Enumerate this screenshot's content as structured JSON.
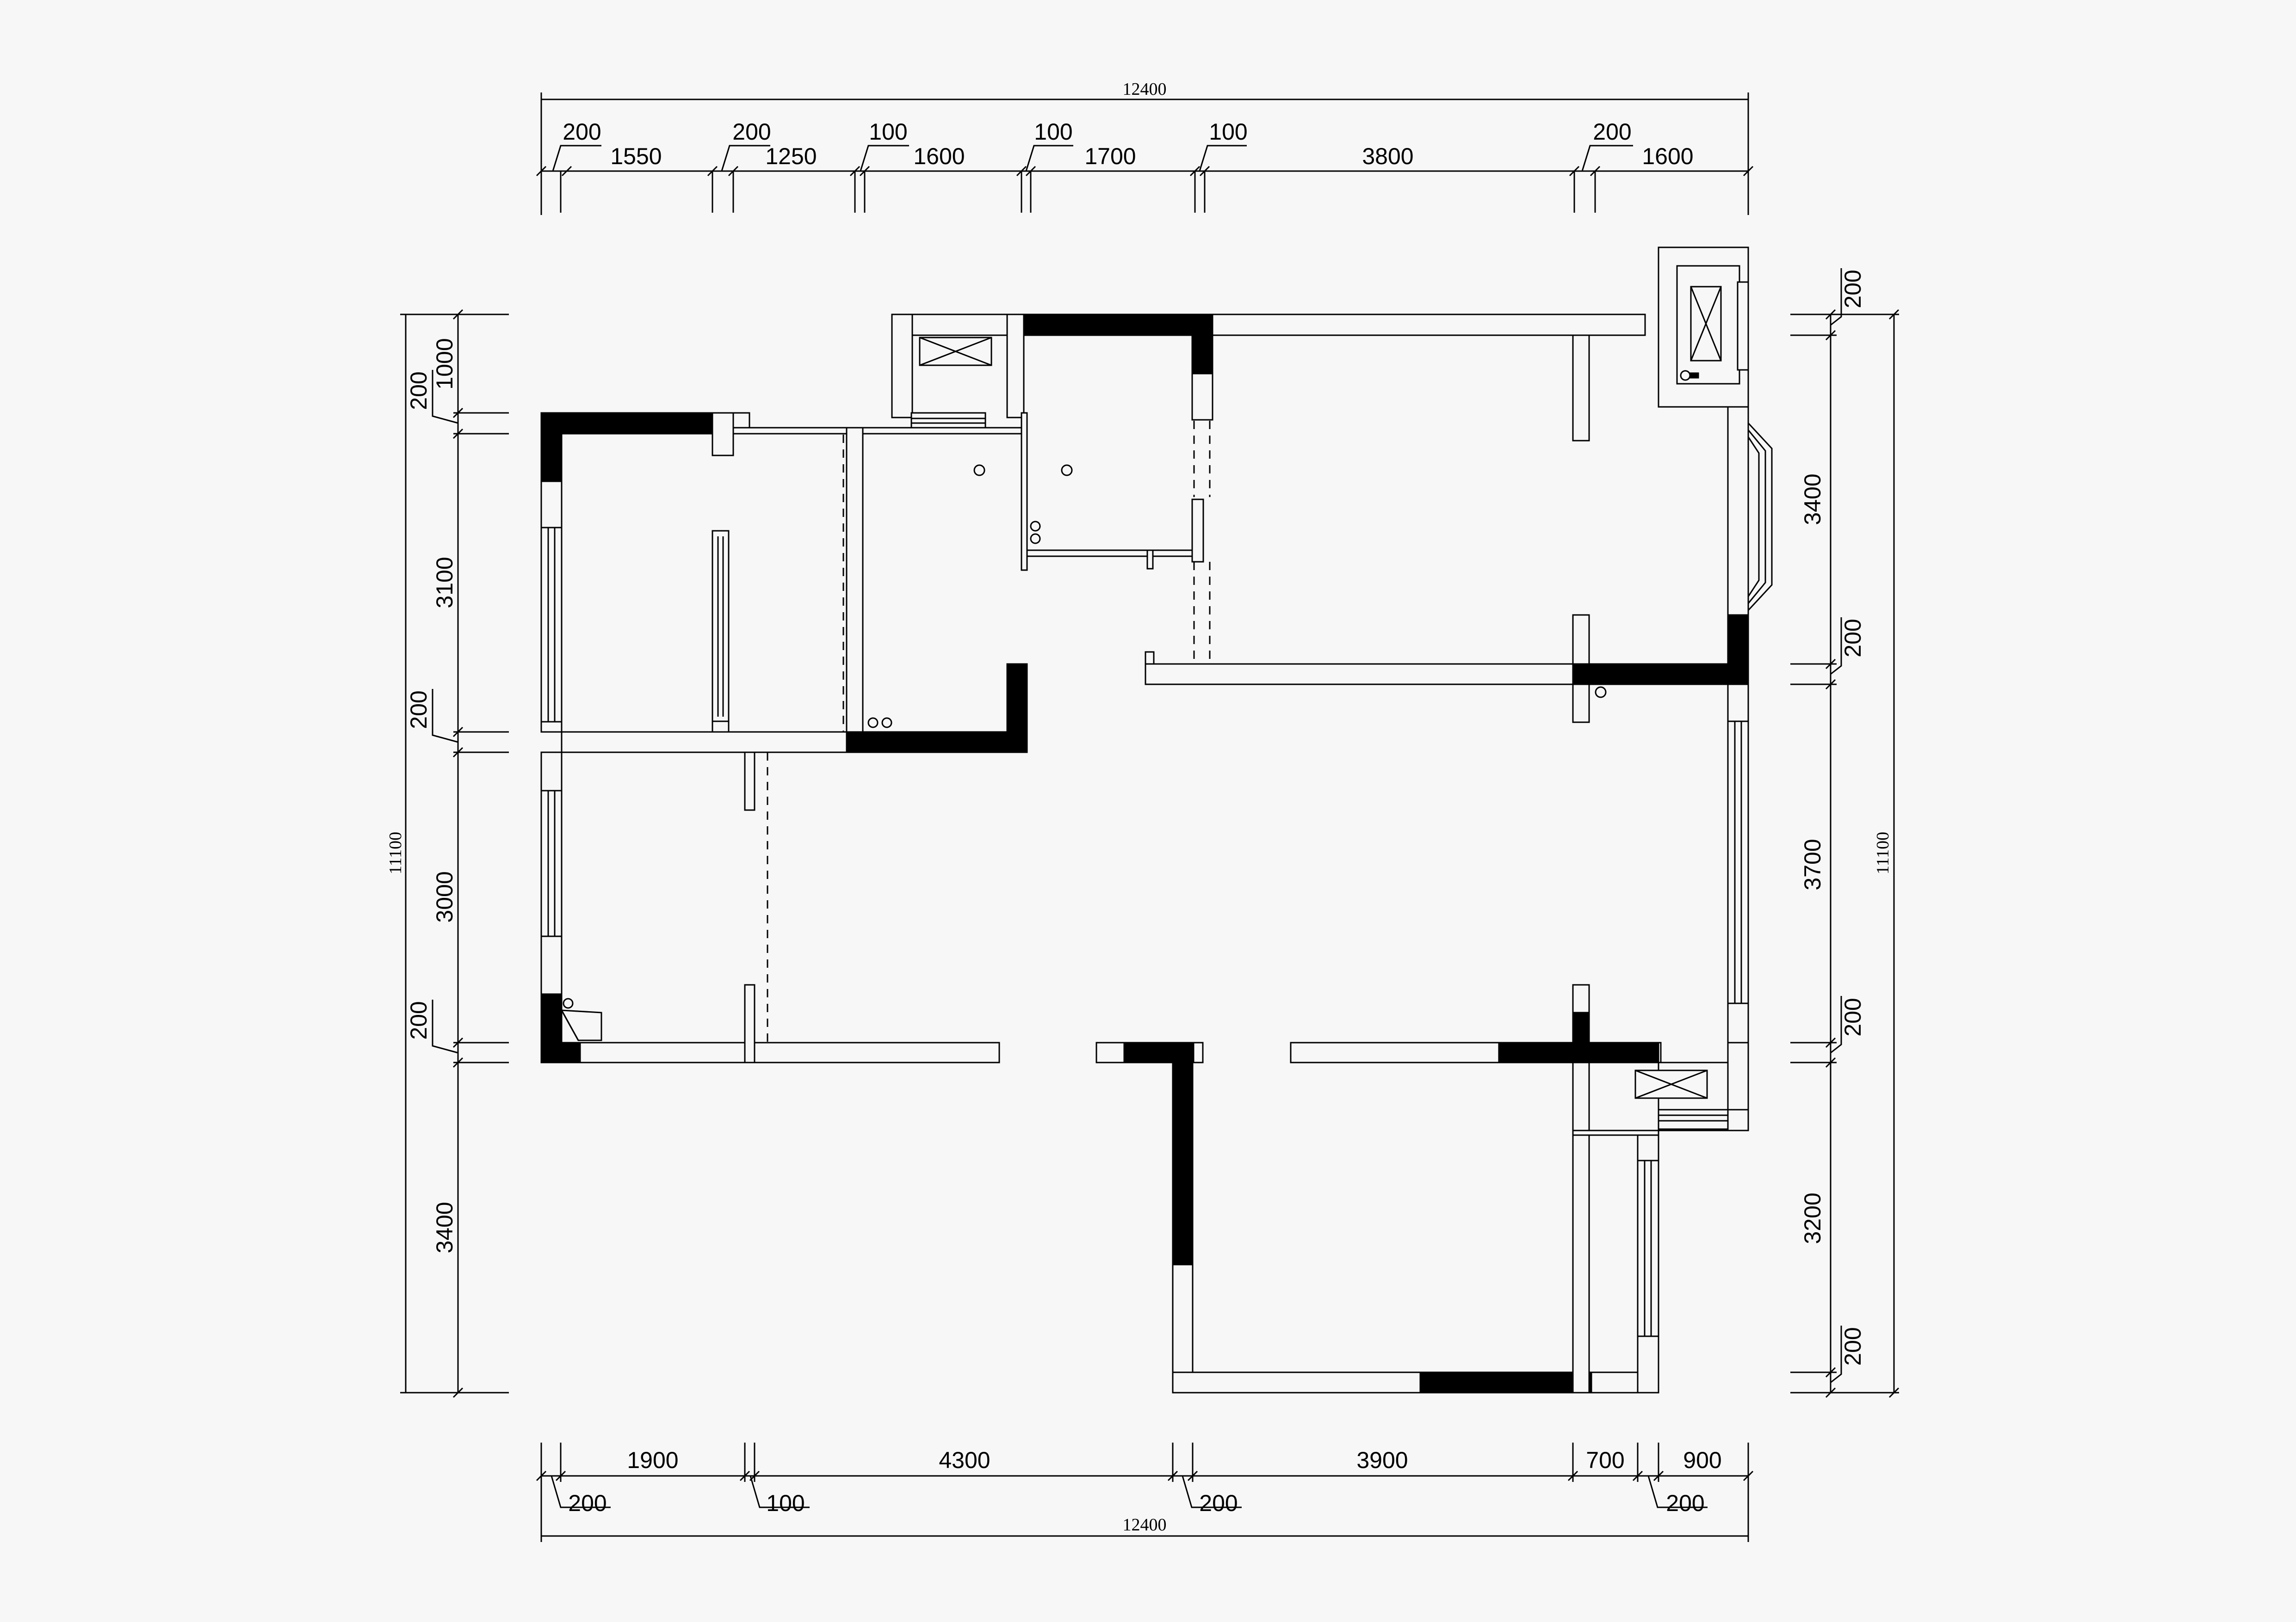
{
  "plan": {
    "total_width": "12400",
    "total_height": "11100",
    "top_segments": [
      "1550",
      "1250",
      "1600",
      "1700",
      "3800",
      "1600"
    ],
    "top_walls": [
      "200",
      "200",
      "100",
      "100",
      "100",
      "200"
    ],
    "bottom_segments": [
      "1900",
      "4300",
      "3900",
      "700",
      "900"
    ],
    "bottom_walls": [
      "200",
      "100",
      "200",
      "200"
    ],
    "left_segments": [
      "1000",
      "3100",
      "3000",
      "3400"
    ],
    "left_walls": [
      "200",
      "200",
      "200"
    ],
    "right_segments": [
      "3400",
      "3700",
      "3200"
    ],
    "right_walls": [
      "200",
      "200",
      "200",
      "200"
    ]
  },
  "colors": {
    "wall": "#000000",
    "line": "#000000",
    "background": "#f7f7f7"
  }
}
